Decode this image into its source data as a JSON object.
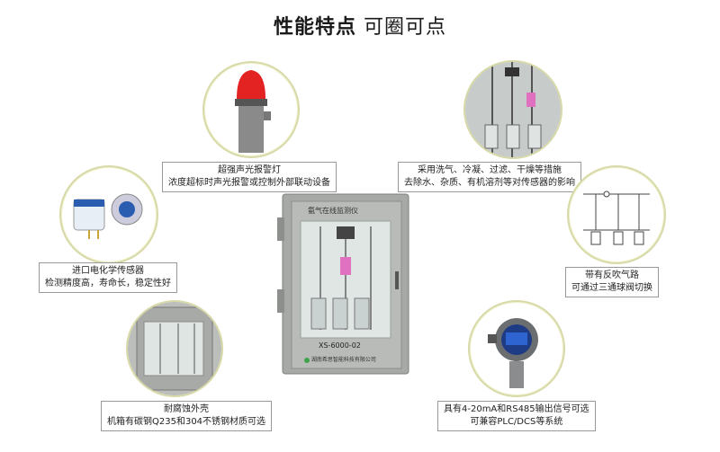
{
  "header": {
    "title_bold": "性能特点",
    "title_normal": "可圈可点"
  },
  "features": {
    "alarm": {
      "line1": "超强声光报警灯",
      "line2": "浓度超标时声光报警或控制外部联动设备"
    },
    "pretreatment": {
      "line1": "采用洗气、冷凝、过滤、干燥等措施",
      "line2": "去除水、杂质、有机溶剂等对传感器的影响"
    },
    "sensor": {
      "line1": "进口电化学传感器",
      "line2": "检测精度高，寿命长，稳定性好"
    },
    "backflush": {
      "line1": "带有反吹气路",
      "line2": "可通过三通球阀切换"
    },
    "cabinet": {
      "line1": "耐腐蚀外壳",
      "line2": "机箱有碳钢Q235和304不锈钢材质可选"
    },
    "output": {
      "line1": "具有4-20mA和RS485输出信号可选",
      "line2": "可兼容PLC/DCS等系统"
    }
  },
  "device": {
    "panel_title": "氨气在线监测仪",
    "model": "XS-6000-02",
    "maker": "湖南希思智能科技有限公司"
  },
  "colors": {
    "circle_border": "#d8d9a8",
    "cabinet": "#a7a9a6",
    "alarm_red": "#e32222",
    "pink_filter": "#e070c0"
  }
}
